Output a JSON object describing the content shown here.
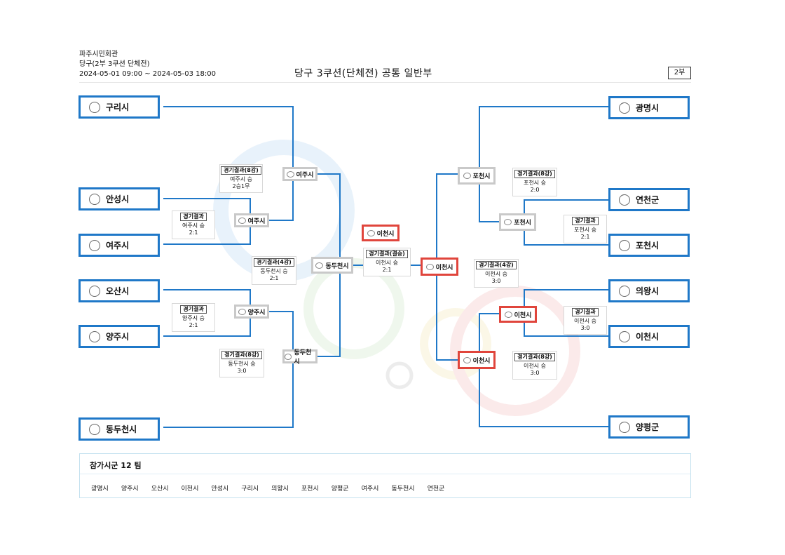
{
  "header": {
    "venue": "파주시민회관",
    "event": "당구(2부 3쿠션 단체전)",
    "period": "2024-05-01 09:00 ~ 2024-05-03 18:00",
    "title": "당구 3쿠션(단체전) 공통 일반부",
    "division": "2부"
  },
  "teams": {
    "left": [
      "구리시",
      "안성시",
      "여주시",
      "오산시",
      "양주시",
      "동두천시"
    ],
    "right": [
      "광명시",
      "연천군",
      "포천시",
      "의왕시",
      "이천시",
      "양평군"
    ]
  },
  "matches": {
    "l_qf_top": "여주시",
    "l_r1_a": "여주시",
    "l_r1_b": "양주시",
    "l_qf_bottom": "동두천시",
    "l_sf": "동두천시",
    "final_winner": "이천시",
    "r_sf": "이천시",
    "r_qf_top": "포천시",
    "r_r1_a": "포천시",
    "r_r1_b": "이천시",
    "r_qf_bottom": "이천시"
  },
  "results": {
    "r1": {
      "label": "경기결과(8강)",
      "line1": "여주시 승",
      "line2": "2승1무"
    },
    "r2": {
      "label": "경기결과",
      "line1": "여주시 승",
      "line2": "2:1"
    },
    "r3": {
      "label": "경기결과(4강)",
      "line1": "동두천시 승",
      "line2": "2:1"
    },
    "r4": {
      "label": "경기결과",
      "line1": "양주시 승",
      "line2": "2:1"
    },
    "r5": {
      "label": "경기결과(8강)",
      "line1": "동두천시 승",
      "line2": "3:0"
    },
    "r6": {
      "label": "경기결과(결승)",
      "line1": "이천시 승",
      "line2": "2:1"
    },
    "r7": {
      "label": "경기결과(8강)",
      "line1": "포천시 승",
      "line2": "2:0"
    },
    "r8": {
      "label": "경기결과",
      "line1": "포천시 승",
      "line2": "2:1"
    },
    "r9": {
      "label": "경기결과(4강)",
      "line1": "이천시 승",
      "line2": "3:0"
    },
    "r10": {
      "label": "경기결과",
      "line1": "이천시 승",
      "line2": "3:0"
    },
    "r11": {
      "label": "경기결과(8강)",
      "line1": "이천시 승",
      "line2": "3:0"
    }
  },
  "footer": {
    "title": "참가시군 12 팀",
    "teams": [
      "광명시",
      "양주시",
      "오산시",
      "이천시",
      "안성시",
      "구리시",
      "의왕시",
      "포천시",
      "양평군",
      "여주시",
      "동두천시",
      "연천군"
    ]
  },
  "colors": {
    "bracket_line": "#1f78c8",
    "winner_border": "#e0453c",
    "match_border": "#c9c9c9"
  }
}
